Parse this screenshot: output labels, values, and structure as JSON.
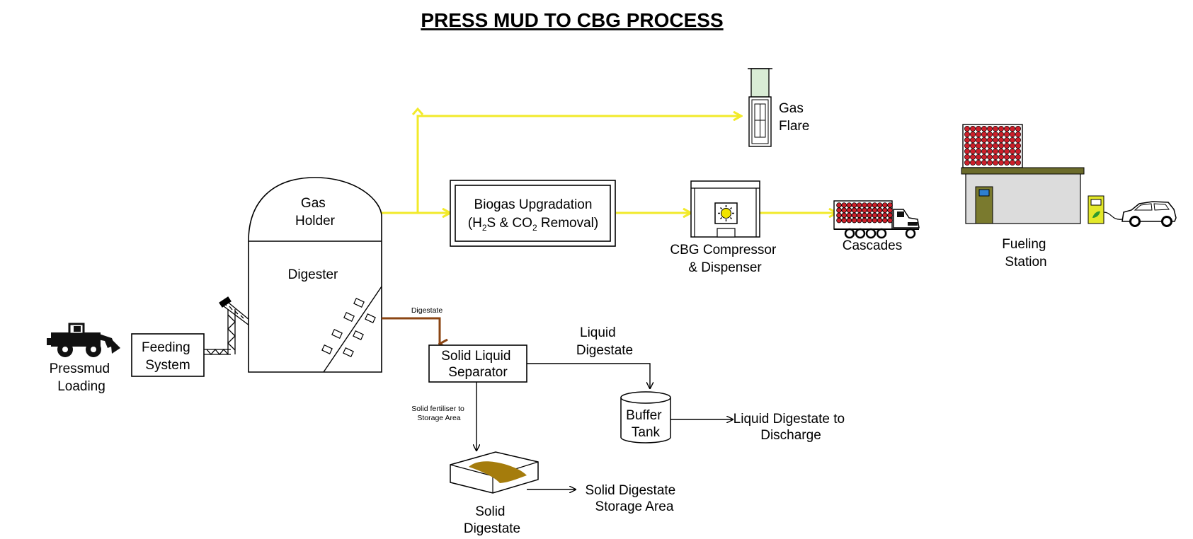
{
  "title": "PRESS MUD TO CBG PROCESS",
  "nodes": {
    "pressmud_loading": [
      "Pressmud",
      "Loading"
    ],
    "feeding_system": [
      "Feeding",
      "System"
    ],
    "gas_holder": [
      "Gas",
      "Holder"
    ],
    "digester": "Digester",
    "gas_flare": [
      "Gas",
      "Flare"
    ],
    "biogas_upgradation": {
      "line1": "Biogas Upgradation",
      "line2_pre": "(H",
      "sub1": "2",
      "line2_mid": "S & CO",
      "sub2": "2",
      "line2_post": " Removal)"
    },
    "cbg_compressor": [
      "CBG Compressor",
      "& Dispenser"
    ],
    "cascades": "Cascades",
    "fueling_station": [
      "Fueling",
      "Station"
    ],
    "solid_liquid_separator": [
      "Solid Liquid",
      "Separator"
    ],
    "liquid_digestate": [
      "Liquid",
      "Digestate"
    ],
    "buffer_tank": [
      "Buffer",
      "Tank"
    ],
    "liquid_discharge": [
      "Liquid Digestate to",
      "Discharge"
    ],
    "solid_digestate": [
      "Solid",
      "Digestate"
    ],
    "solid_storage": [
      "Solid Digestate",
      "Storage Area"
    ]
  },
  "edge_labels": {
    "digestate": "Digestate",
    "solid_fertiliser": [
      "Solid fertiliser to",
      "Storage Area"
    ]
  },
  "colors": {
    "gas_line": "#f2ea2a",
    "digestate_line": "#8b4513",
    "cylinder_red": "#cc1f2a",
    "sludge": "#a57c0c",
    "station_roof": "#6b6b2b",
    "station_wall": "#dcdcdc",
    "pump_yellow": "#e3e82a",
    "flare_glass": "#d9ecd5"
  }
}
